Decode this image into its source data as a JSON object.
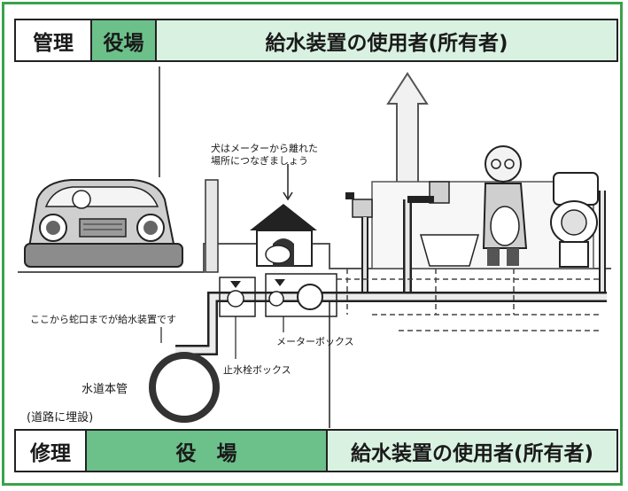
{
  "top_band": {
    "col1": "管理",
    "col2": "役場",
    "col3": "給水装置の使用者(所有者)"
  },
  "bottom_band": {
    "col1": "修理",
    "col2": "役　場",
    "col3": "給水装置の使用者(所有者)"
  },
  "labels": {
    "dog_note_line1": "犬はメーターから離れた",
    "dog_note_line2": "場所につなぎましょう",
    "boundary_note": "ここから蛇口までが給水装置です",
    "meter_box": "メーターボックス",
    "stop_valve_box": "止水栓ボックス",
    "main_pipe": "水道本管",
    "main_pipe_note": "(道路に埋設)"
  },
  "colors": {
    "frame_green": "#3aa24b",
    "cell_mid_green": "#6cc08a",
    "cell_light_green": "#d9f1e1"
  }
}
